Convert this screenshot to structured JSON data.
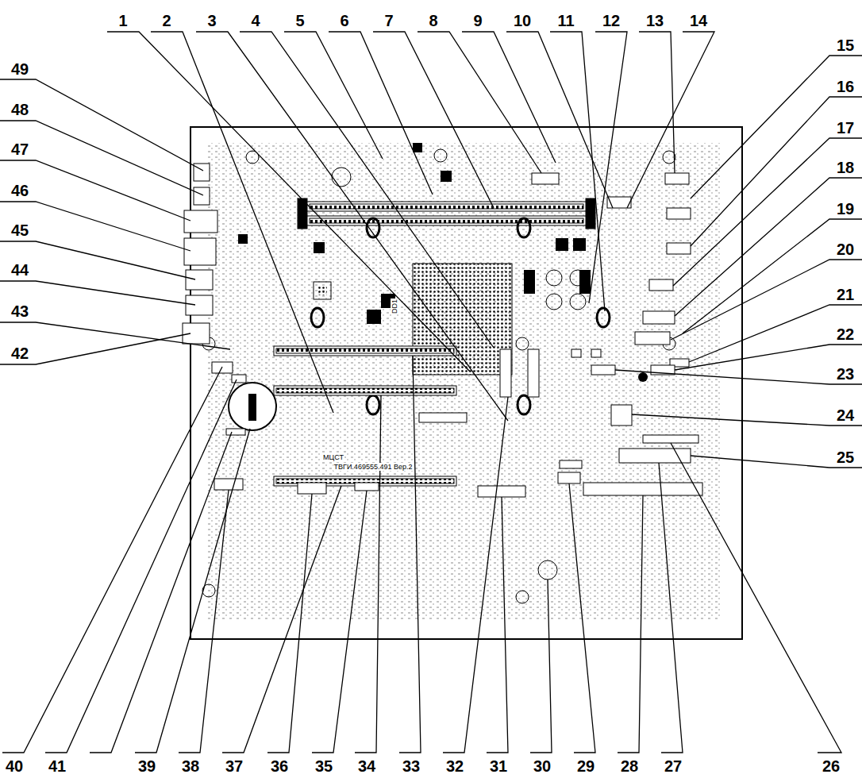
{
  "diagram": {
    "labels": [
      "1",
      "2",
      "3",
      "4",
      "5",
      "6",
      "7",
      "8",
      "9",
      "10",
      "11",
      "12",
      "13",
      "14",
      "15",
      "16",
      "17",
      "18",
      "19",
      "20",
      "21",
      "22",
      "23",
      "24",
      "25",
      "26",
      "27",
      "28",
      "29",
      "30",
      "31",
      "32",
      "33",
      "34",
      "35",
      "36",
      "37",
      "38",
      "39",
      "40",
      "41",
      "42",
      "43",
      "44",
      "45",
      "46",
      "47",
      "48",
      "49",
      "DD1",
      "МЦСТ",
      "ТВГИ.469555.491 Вер.2"
    ]
  }
}
